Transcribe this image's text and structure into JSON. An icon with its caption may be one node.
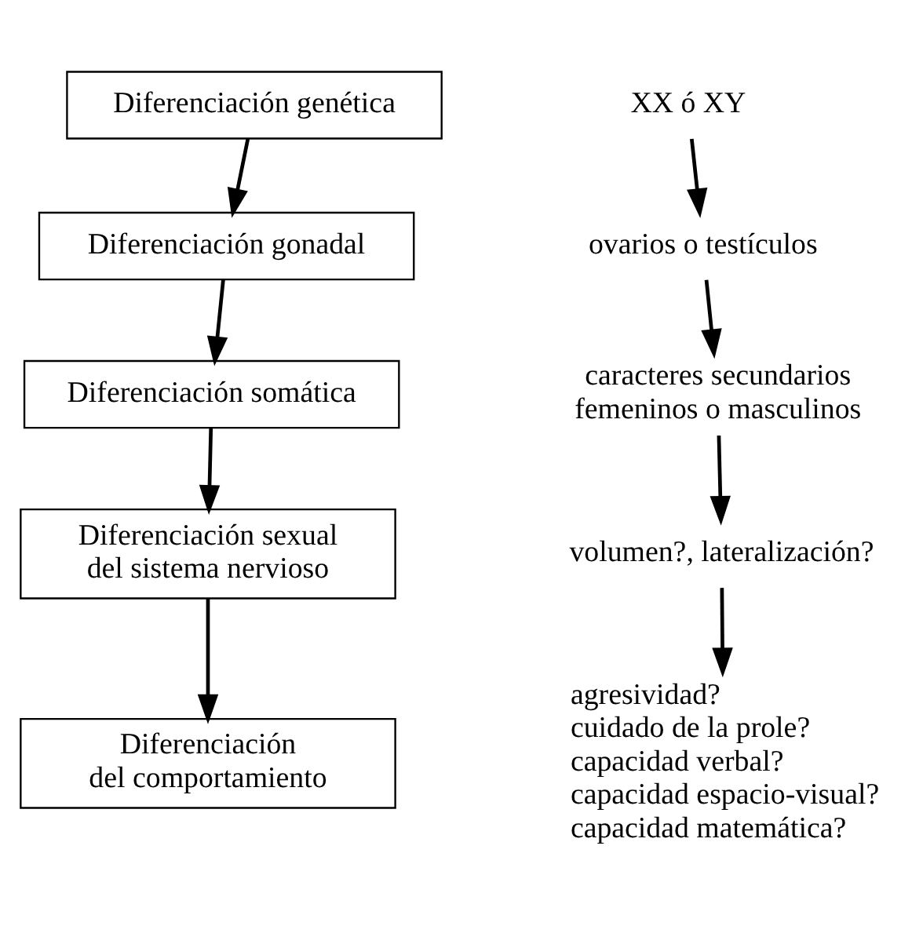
{
  "diagram": {
    "nodes": [
      {
        "text": [
          "Diferenciación genética"
        ]
      },
      {
        "text": [
          "Diferenciación gonadal"
        ]
      },
      {
        "text": [
          "Diferenciación somática"
        ]
      },
      {
        "text": [
          "Diferenciación sexual del sistema nervioso"
        ]
      },
      {
        "text": [
          "Diferenciación del comportamiento"
        ]
      },
      {
        "text": [
          "XX ó XY"
        ]
      },
      {
        "text": [
          "ovarios o testículos"
        ]
      },
      {
        "text": [
          "caracteres secundarios femeninos o masculinos"
        ]
      },
      {
        "text": [
          "volumen?, lateralización?"
        ]
      },
      {
        "text": [
          "agresividad?",
          "cuidado de la prole?",
          "capacidad verbal?",
          "capacidad espacio-visual?",
          "capacidad matemática?"
        ]
      }
    ],
    "edges": [
      {
        "from": 0,
        "to": 1,
        "arrow": "to"
      },
      {
        "from": 1,
        "to": 2,
        "arrow": "to"
      },
      {
        "from": 2,
        "to": 3,
        "arrow": "to"
      },
      {
        "from": 3,
        "to": 4,
        "arrow": "to"
      },
      {
        "from": 5,
        "to": 6,
        "arrow": "to"
      },
      {
        "from": 6,
        "to": 7,
        "arrow": "to"
      },
      {
        "from": 7,
        "to": 8,
        "arrow": "to"
      },
      {
        "from": 8,
        "to": 9,
        "arrow": "to"
      }
    ]
  }
}
